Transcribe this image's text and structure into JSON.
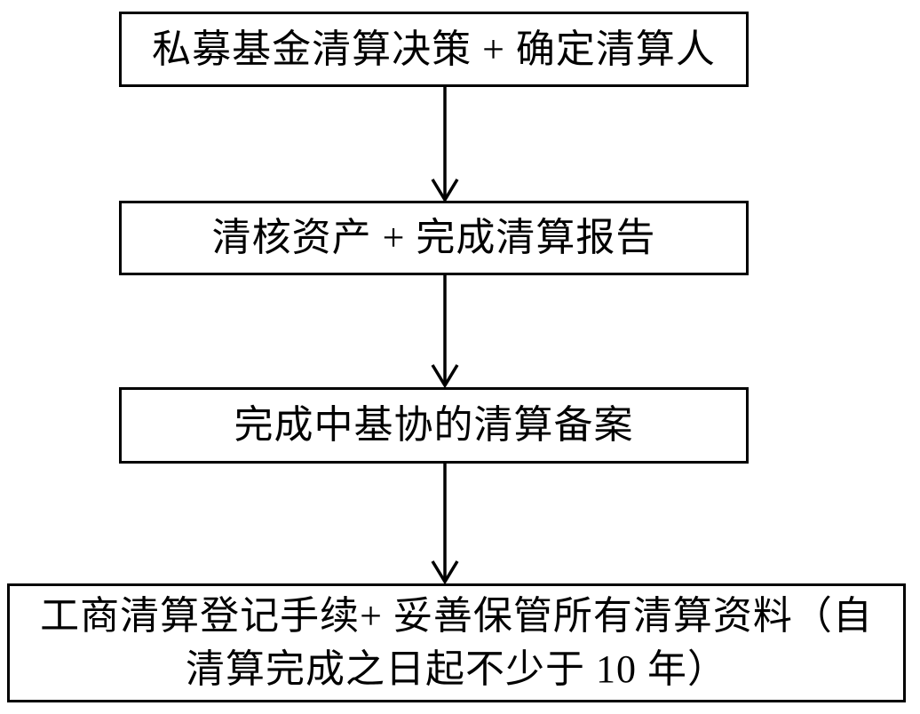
{
  "diagram": {
    "type": "flowchart",
    "orientation": "top-down",
    "colors": {
      "background": "#ffffff",
      "box_border": "#000000",
      "text": "#000000",
      "arrow": "#000000"
    },
    "steps": [
      {
        "order": 1,
        "label": "私募基金清算决策 + 确定清算人"
      },
      {
        "order": 2,
        "label": "清核资产 + 完成清算报告"
      },
      {
        "order": 3,
        "label": "完成中基协的清算备案"
      },
      {
        "order": 4,
        "label": "工商清算登记手续+ 妥善保管所有清算资料（自清算完成之日起不少于 10 年）"
      }
    ],
    "connectors": [
      {
        "from": 1,
        "to": 2,
        "style": "straight-down-open-arrowhead"
      },
      {
        "from": 2,
        "to": 3,
        "style": "straight-down-open-arrowhead"
      },
      {
        "from": 3,
        "to": 4,
        "style": "straight-down-open-arrowhead"
      }
    ]
  }
}
